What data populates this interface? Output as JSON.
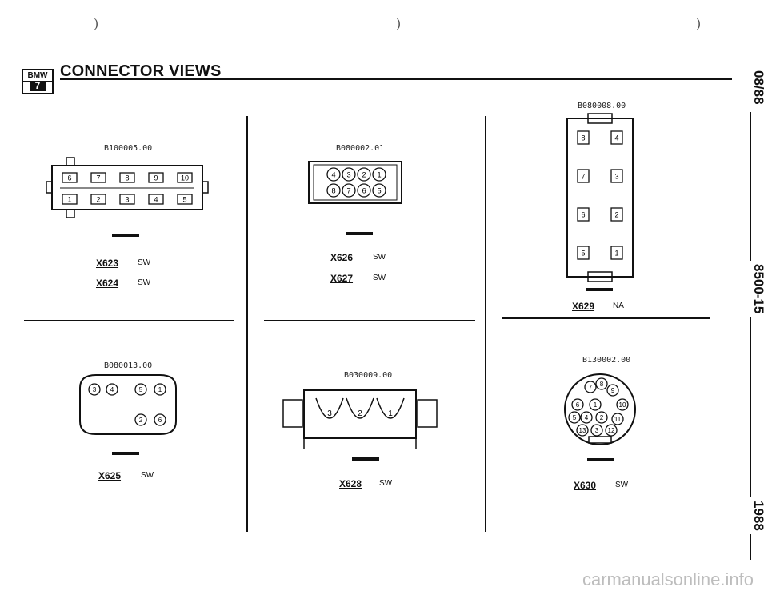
{
  "header": {
    "logo_text": "BMW",
    "logo_series": "7",
    "title": "CONNECTOR VIEWS"
  },
  "side": {
    "date": "08/88",
    "model": "8500-15",
    "year": "1988"
  },
  "footer": {
    "watermark": "carmanualsonline.info"
  },
  "connectors": {
    "c1": {
      "drawing_code": "B100005.00",
      "pins_top": [
        "6",
        "7",
        "8",
        "9",
        "10"
      ],
      "pins_bottom": [
        "1",
        "2",
        "3",
        "4",
        "5"
      ],
      "entries": [
        {
          "id": "X623",
          "color": "SW"
        },
        {
          "id": "X624",
          "color": "SW"
        }
      ]
    },
    "c2": {
      "drawing_code": "B080002.01",
      "pins_top": [
        "4",
        "3",
        "2",
        "1"
      ],
      "pins_bottom": [
        "8",
        "7",
        "6",
        "5"
      ],
      "entries": [
        {
          "id": "X626",
          "color": "SW"
        },
        {
          "id": "X627",
          "color": "SW"
        }
      ]
    },
    "c3": {
      "drawing_code": "B080008.00",
      "pins_left": [
        "8",
        "7",
        "6",
        "5"
      ],
      "pins_right": [
        "4",
        "3",
        "2",
        "1"
      ],
      "entries": [
        {
          "id": "X629",
          "color": "NA"
        }
      ]
    },
    "c4": {
      "drawing_code": "B080013.00",
      "pins_top": [
        "3",
        "4",
        "5",
        "1"
      ],
      "pins_bottom": [
        "2",
        "6"
      ],
      "entries": [
        {
          "id": "X625",
          "color": "SW"
        }
      ]
    },
    "c5": {
      "drawing_code": "B030009.00",
      "pins": [
        "3",
        "2",
        "1"
      ],
      "entries": [
        {
          "id": "X628",
          "color": "SW"
        }
      ]
    },
    "c6": {
      "drawing_code": "B130002.00",
      "pins": [
        "7",
        "8",
        "9",
        "6",
        "1",
        "10",
        "5",
        "4",
        "2",
        "11",
        "13",
        "3",
        "12"
      ],
      "entries": [
        {
          "id": "X630",
          "color": "SW"
        }
      ]
    }
  }
}
